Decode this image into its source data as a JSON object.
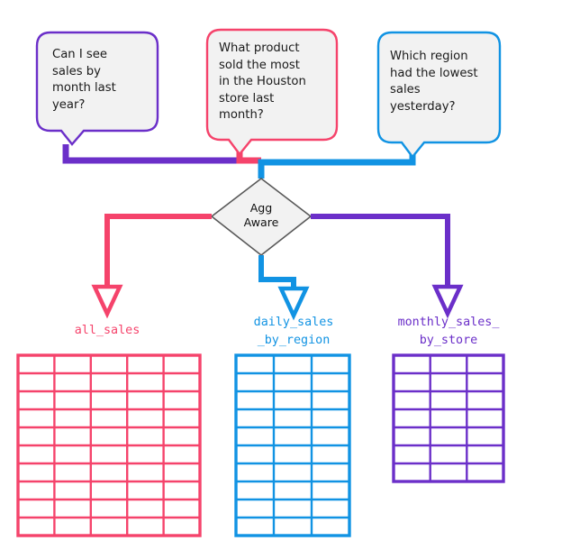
{
  "diagram": {
    "title_text": "",
    "colors": {
      "purple": "#6B2FC9",
      "pink": "#F5436B",
      "blue": "#1193E3",
      "bubble_fill": "#F2F2F2",
      "diamond_fill": "#F2F2F2",
      "diamond_stroke": "#595959",
      "text": "#1A1A1A"
    },
    "questions": [
      {
        "id": "question-bubble-monthly",
        "text": "Can I see\nsales by\nmonth last\nyear?",
        "color": "#6B2FC9"
      },
      {
        "id": "question-bubble-product",
        "text": "What product\nsold the most\nin the Houston\nstore last\nmonth?",
        "color": "#F5436B"
      },
      {
        "id": "question-bubble-region",
        "text": "Which region\nhad the lowest\nsales\nyesterday?",
        "color": "#1193E3"
      }
    ],
    "decision": {
      "id": "agg-aware-diamond",
      "label": "Agg\nAware"
    },
    "tables": [
      {
        "id": "table-all-sales",
        "name": "all_sales",
        "color": "#F5436B",
        "columns": 5,
        "rows": 10
      },
      {
        "id": "table-daily-sales-by-region",
        "name": "daily_sales\n_by_region",
        "color": "#1193E3",
        "columns": 3,
        "rows": 10
      },
      {
        "id": "table-monthly-sales-by-store",
        "name": "monthly_sales_\nby_store",
        "color": "#6B2FC9",
        "columns": 3,
        "rows": 7
      }
    ]
  }
}
